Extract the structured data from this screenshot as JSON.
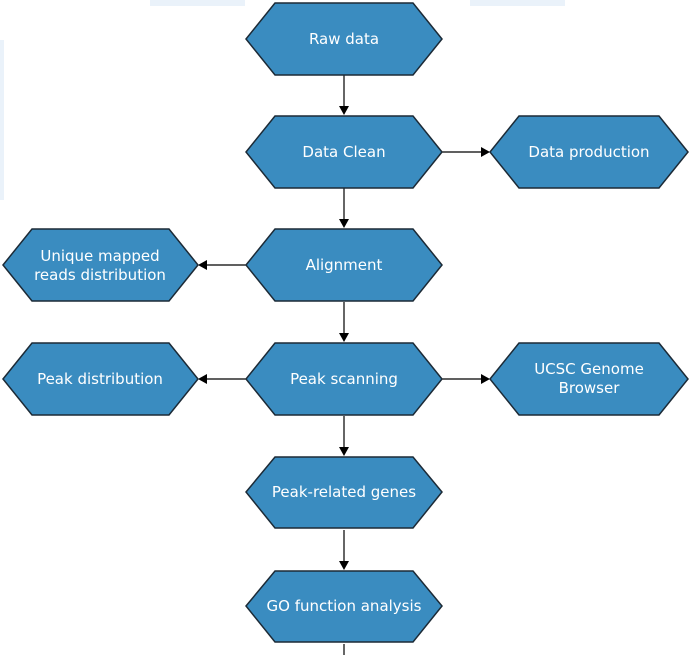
{
  "colors": {
    "node_fill": "#3a8cc0",
    "node_border": "#1c2a36",
    "node_text": "#ffffff",
    "connector": "#000000",
    "background": "#ffffff"
  },
  "nodes": {
    "raw_data": {
      "lines": [
        "Raw data"
      ]
    },
    "data_clean": {
      "lines": [
        "Data Clean"
      ]
    },
    "data_production": {
      "lines": [
        "Data production"
      ]
    },
    "alignment": {
      "lines": [
        "Alignment"
      ]
    },
    "unique_mapped": {
      "lines": [
        "Unique mapped",
        "reads distribution"
      ]
    },
    "peak_scanning": {
      "lines": [
        "Peak scanning"
      ]
    },
    "peak_distribution": {
      "lines": [
        "Peak distribution"
      ]
    },
    "ucsc_browser": {
      "lines": [
        "UCSC Genome",
        "Browser"
      ]
    },
    "peak_related_genes": {
      "lines": [
        "Peak-related genes"
      ]
    },
    "go_function": {
      "lines": [
        "GO function analysis"
      ]
    }
  },
  "edges": [
    {
      "from": "raw_data",
      "to": "data_clean"
    },
    {
      "from": "data_clean",
      "to": "data_production"
    },
    {
      "from": "data_clean",
      "to": "alignment"
    },
    {
      "from": "alignment",
      "to": "unique_mapped"
    },
    {
      "from": "alignment",
      "to": "peak_scanning"
    },
    {
      "from": "peak_scanning",
      "to": "peak_distribution"
    },
    {
      "from": "peak_scanning",
      "to": "ucsc_browser"
    },
    {
      "from": "peak_scanning",
      "to": "peak_related_genes"
    },
    {
      "from": "peak_related_genes",
      "to": "go_function"
    }
  ]
}
